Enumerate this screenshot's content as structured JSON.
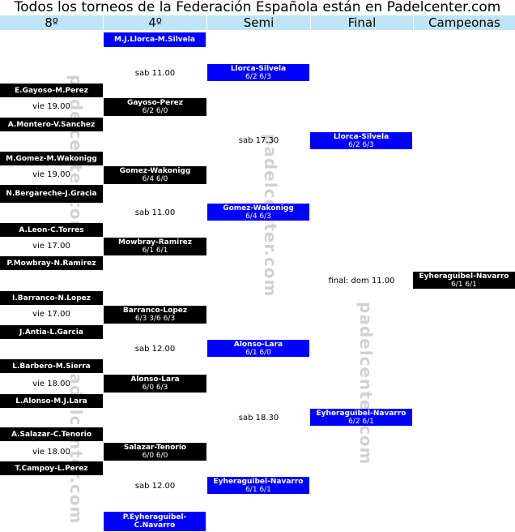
{
  "title": "Todos los torneos de la Federación Española están en Padelcenter.com",
  "columns": [
    "8º",
    "4º",
    "Semi",
    "Final",
    "Campeonas"
  ],
  "watermark": "padelcenter.com",
  "round8": [
    "E.Gayoso-M.Perez",
    "A.Montero-V.Sanchez",
    "M.Gomez-M.Wakonigg",
    "N.Bergareche-J.Gracia",
    "A.Leon-C.Torres",
    "P.Mowbray-N.Ramirez",
    "I.Barranco-N.Lopez",
    "J.Antia-L.Garcia",
    "L.Barbero-M.Sierra",
    "L.Alonso-M.J.Lara",
    "A.Salazar-C.Tenorio",
    "T.Campoy-L.Perez"
  ],
  "round8_times": [
    "vie 19.00",
    "vie 19.00",
    "vie 17.00",
    "vie 17.00",
    "vie 18.00",
    "vie 18.00"
  ],
  "round4": {
    "seed_top": "M.J.Llorca-M.Silvela",
    "seed_bottom": "P.Eyheraguibel-C.Navarro",
    "matches": [
      {
        "team": "Gayoso-Perez",
        "score": "6/2 6/0"
      },
      {
        "team": "Gomez-Wakonigg",
        "score": "6/4 6/0"
      },
      {
        "team": "Mowbray-Ramirez",
        "score": "6/1 6/1"
      },
      {
        "team": "Barranco-Lopez",
        "score": "6/3 3/6 6/3"
      },
      {
        "team": "Alonso-Lara",
        "score": "6/0 6/3"
      },
      {
        "team": "Salazar-Tenorio",
        "score": "6/0 6/0"
      }
    ],
    "times": [
      "sab 11.00",
      "sab 11.00",
      "sab 12.00",
      "sab 12.00"
    ]
  },
  "semi": {
    "matches": [
      {
        "team": "Llorca-Silvela",
        "score": "6/2 6/3"
      },
      {
        "team": "Gomez-Wakonigg",
        "score": "6/4 6/3"
      },
      {
        "team": "Alonso-Lara",
        "score": "6/1 6/0"
      },
      {
        "team": "Eyheraguibel-Navarro",
        "score": "6/1 6/1"
      }
    ],
    "times": [
      "sab 17.30",
      "sab 18.30"
    ]
  },
  "final": {
    "matches": [
      {
        "team": "Llorca-Silvela",
        "score": "6/2 6/3"
      },
      {
        "team": "Eyheraguibel-Navarro",
        "score": "6/2 6/1"
      }
    ],
    "time": "final: dom 11.00"
  },
  "champion": {
    "team": "Eyheraguibel-Navarro",
    "score": "6/1 6/1"
  }
}
